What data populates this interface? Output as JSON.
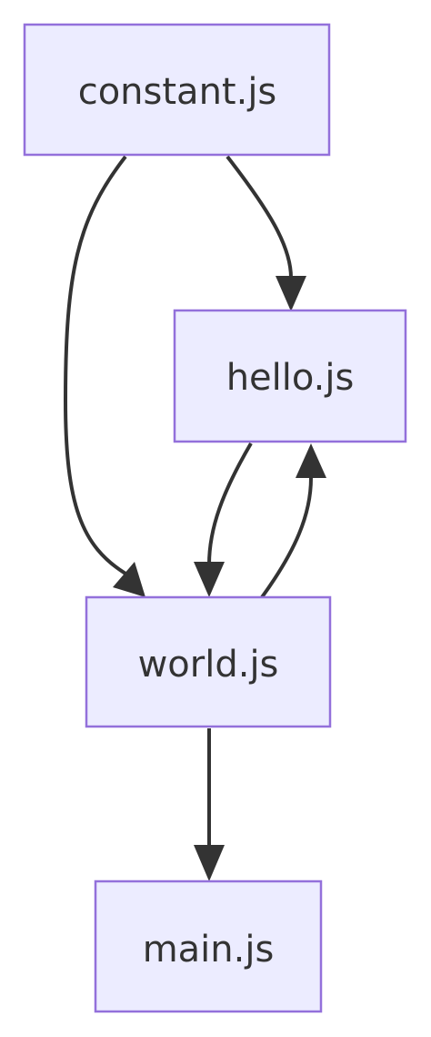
{
  "diagram": {
    "nodes": {
      "constant": {
        "label": "constant.js"
      },
      "hello": {
        "label": "hello.js"
      },
      "world": {
        "label": "world.js"
      },
      "main": {
        "label": "main.js"
      }
    },
    "edges": [
      {
        "from": "constant.js",
        "to": "hello.js"
      },
      {
        "from": "constant.js",
        "to": "world.js"
      },
      {
        "from": "hello.js",
        "to": "world.js"
      },
      {
        "from": "world.js",
        "to": "hello.js"
      },
      {
        "from": "world.js",
        "to": "main.js"
      }
    ],
    "colors": {
      "node_fill": "#ececff",
      "node_stroke": "#9370db",
      "edge": "#333333",
      "text": "#333333"
    }
  }
}
